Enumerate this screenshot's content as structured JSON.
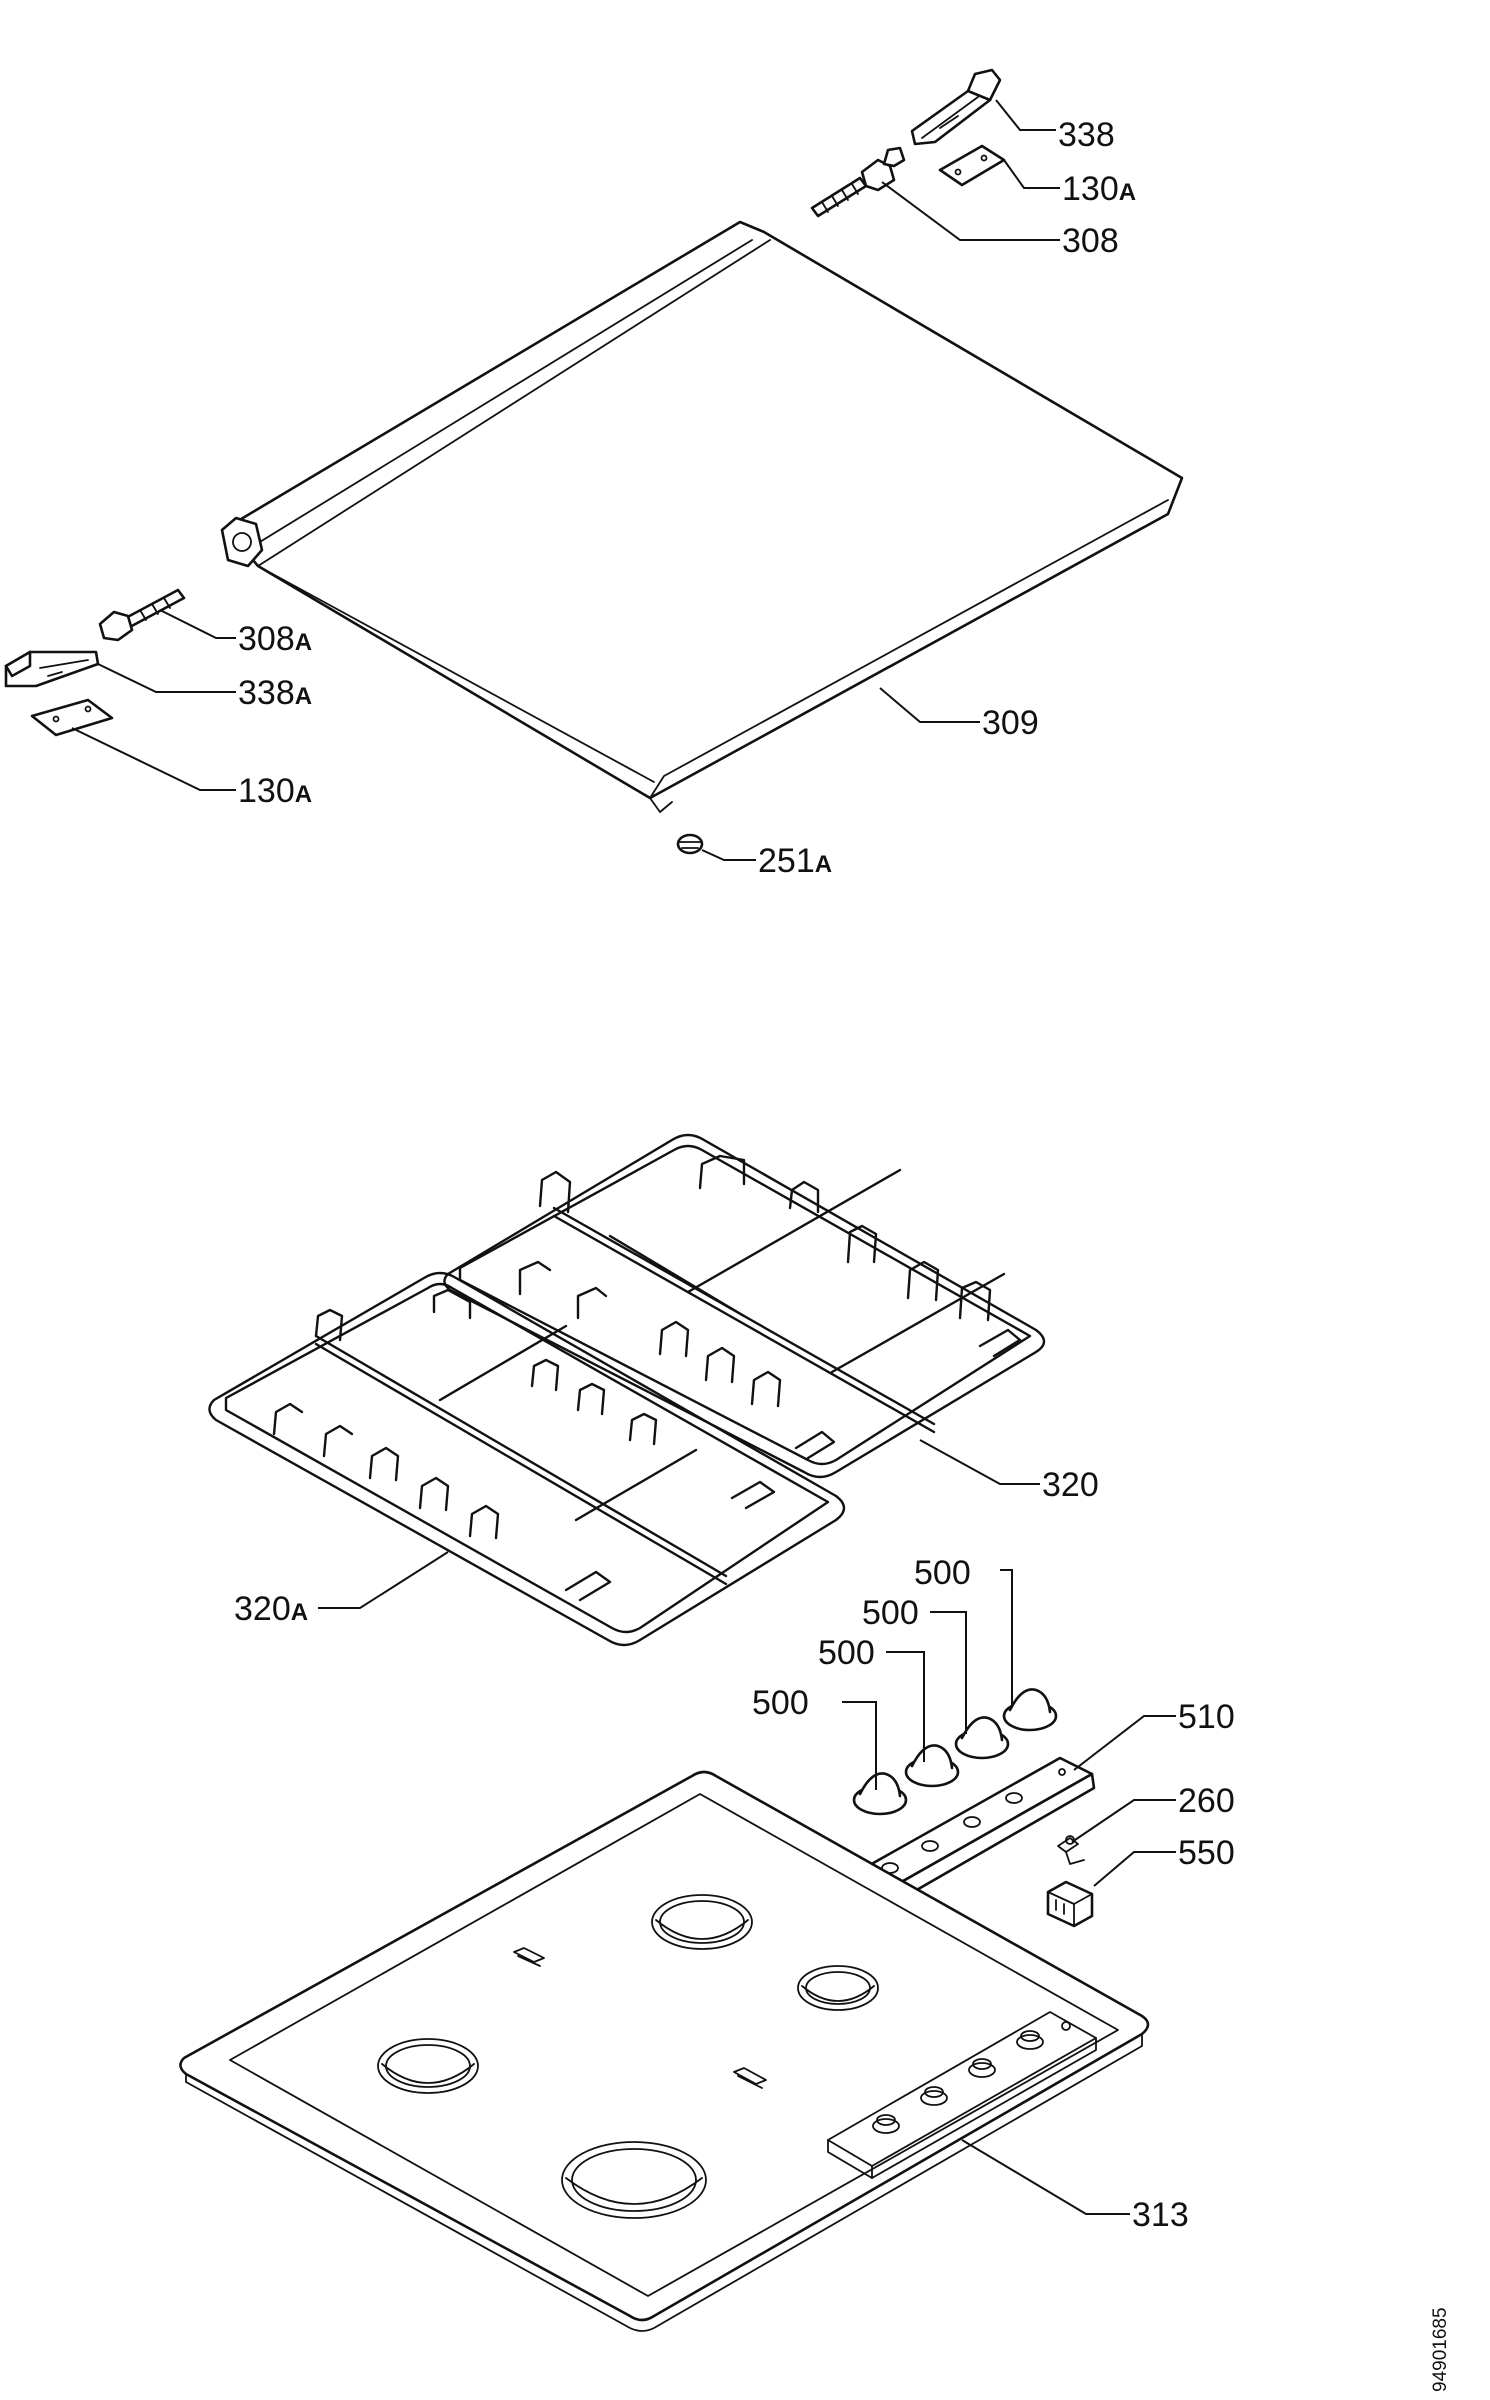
{
  "callouts": {
    "c338": {
      "num": "338",
      "suffix": ""
    },
    "c130a_top": {
      "num": "130",
      "suffix": "A"
    },
    "c308": {
      "num": "308",
      "suffix": ""
    },
    "c308a": {
      "num": "308",
      "suffix": "A"
    },
    "c338a": {
      "num": "338",
      "suffix": "A"
    },
    "c309": {
      "num": "309",
      "suffix": ""
    },
    "c130a_left": {
      "num": "130",
      "suffix": "A"
    },
    "c251a": {
      "num": "251",
      "suffix": "A"
    },
    "c320": {
      "num": "320",
      "suffix": ""
    },
    "c320a": {
      "num": "320",
      "suffix": "A"
    },
    "c500_1": {
      "num": "500",
      "suffix": ""
    },
    "c500_2": {
      "num": "500",
      "suffix": ""
    },
    "c500_3": {
      "num": "500",
      "suffix": ""
    },
    "c500_4": {
      "num": "500",
      "suffix": ""
    },
    "c510": {
      "num": "510",
      "suffix": ""
    },
    "c260": {
      "num": "260",
      "suffix": ""
    },
    "c550": {
      "num": "550",
      "suffix": ""
    },
    "c313": {
      "num": "313",
      "suffix": ""
    }
  },
  "document_id": "94901685"
}
